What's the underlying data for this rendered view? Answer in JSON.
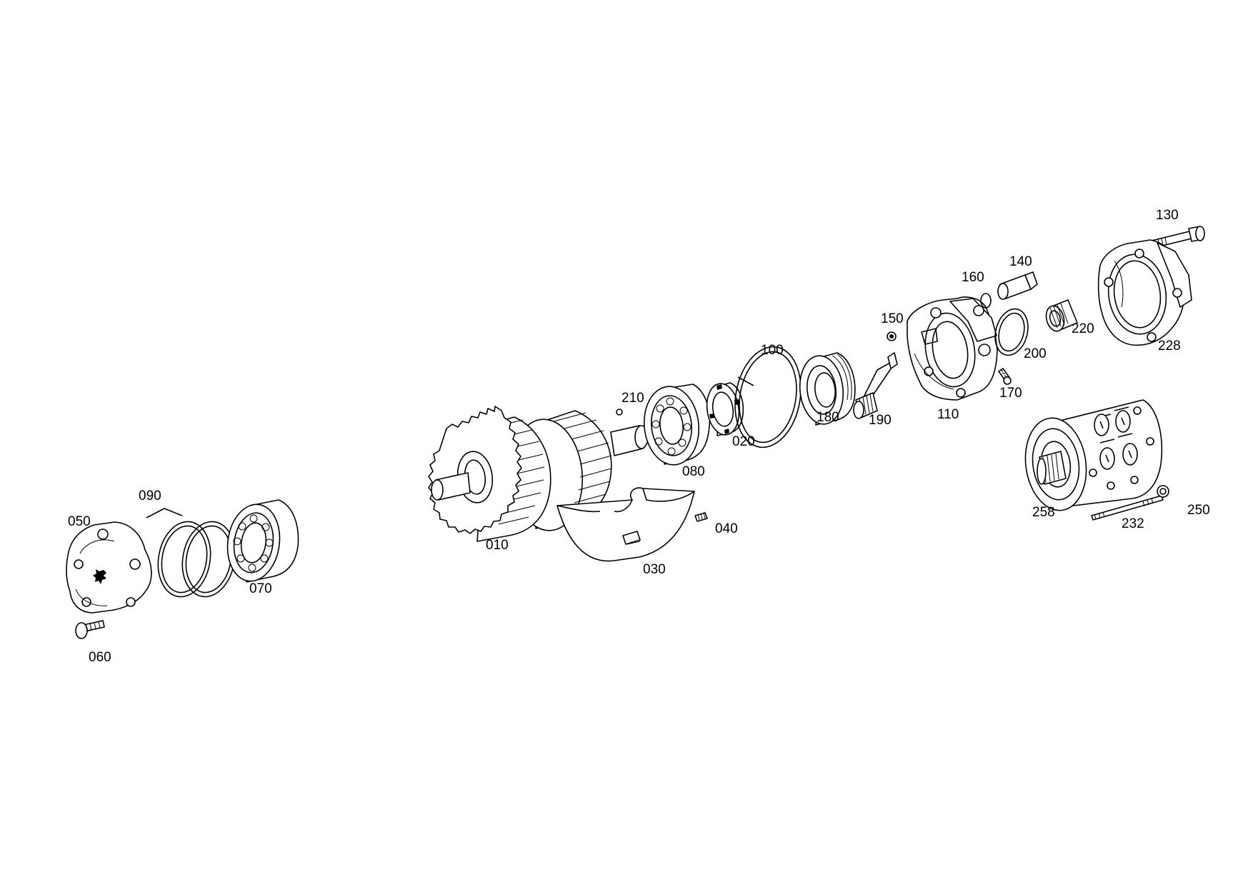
{
  "diagram": {
    "type": "exploded-parts-view",
    "parts": [
      {
        "id": "p050",
        "number": "050"
      },
      {
        "id": "p060",
        "number": "060"
      },
      {
        "id": "p090",
        "number": "090"
      },
      {
        "id": "p070",
        "number": "070"
      },
      {
        "id": "p010",
        "number": "010"
      },
      {
        "id": "p030",
        "number": "030"
      },
      {
        "id": "p040",
        "number": "040"
      },
      {
        "id": "p210",
        "number": "210"
      },
      {
        "id": "p080",
        "number": "080"
      },
      {
        "id": "p020",
        "number": "020"
      },
      {
        "id": "p100",
        "number": "100"
      },
      {
        "id": "p180",
        "number": "180"
      },
      {
        "id": "p190",
        "number": "190"
      },
      {
        "id": "p150",
        "number": "150"
      },
      {
        "id": "p110",
        "number": "110"
      },
      {
        "id": "p170",
        "number": "170"
      },
      {
        "id": "p160",
        "number": "160"
      },
      {
        "id": "p140",
        "number": "140"
      },
      {
        "id": "p200",
        "number": "200"
      },
      {
        "id": "p220",
        "number": "220"
      },
      {
        "id": "p130",
        "number": "130"
      },
      {
        "id": "p228",
        "number": "228"
      },
      {
        "id": "p258",
        "number": "258"
      },
      {
        "id": "p232",
        "number": "232"
      },
      {
        "id": "p250",
        "number": "250"
      }
    ]
  }
}
